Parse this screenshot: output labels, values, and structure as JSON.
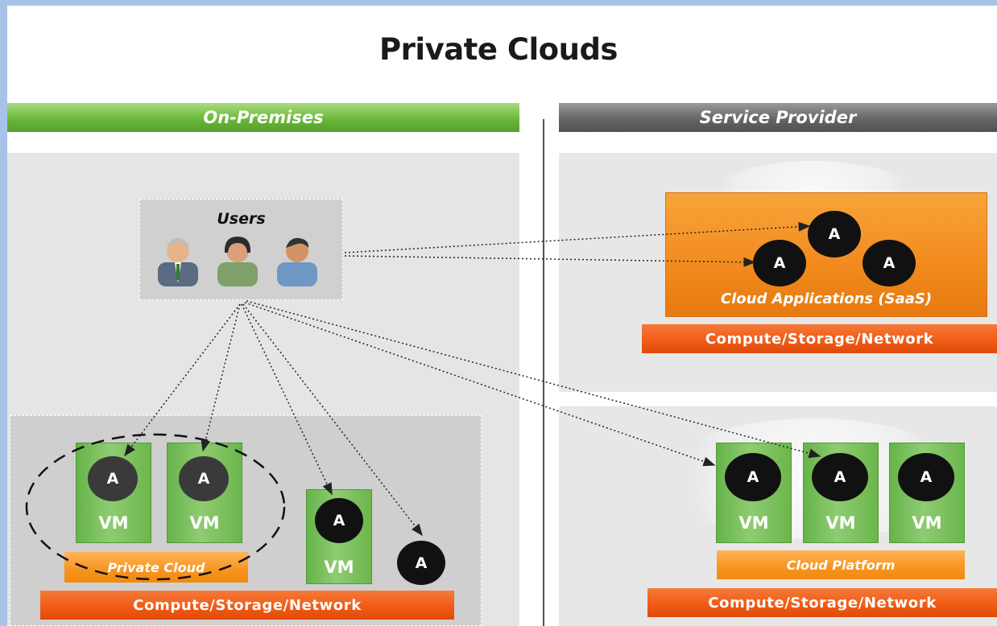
{
  "title": "Private Clouds",
  "sections": {
    "on_premises": "On-Premises",
    "service_provider": "Service Provider"
  },
  "users": {
    "label": "Users",
    "icons": [
      "businessman-user-icon",
      "woman-user-icon",
      "man-user-icon"
    ]
  },
  "app_label": "A",
  "vm_label": "VM",
  "on_premises": {
    "private_cloud_label": "Private Cloud",
    "infra_label": "Compute/Storage/Network"
  },
  "service_provider": {
    "saas_label": "Cloud Applications (SaaS)",
    "saas_infra_label": "Compute/Storage/Network",
    "platform_label": "Cloud Platform",
    "platform_infra_label": "Compute/Storage/Network"
  },
  "colors": {
    "on_premises_bar": "#6bb83b",
    "service_provider_bar": "#666666",
    "vm": "#7cc05e",
    "saas": "#f28a1e",
    "infra": "#ef5a14",
    "app": "#111111"
  }
}
